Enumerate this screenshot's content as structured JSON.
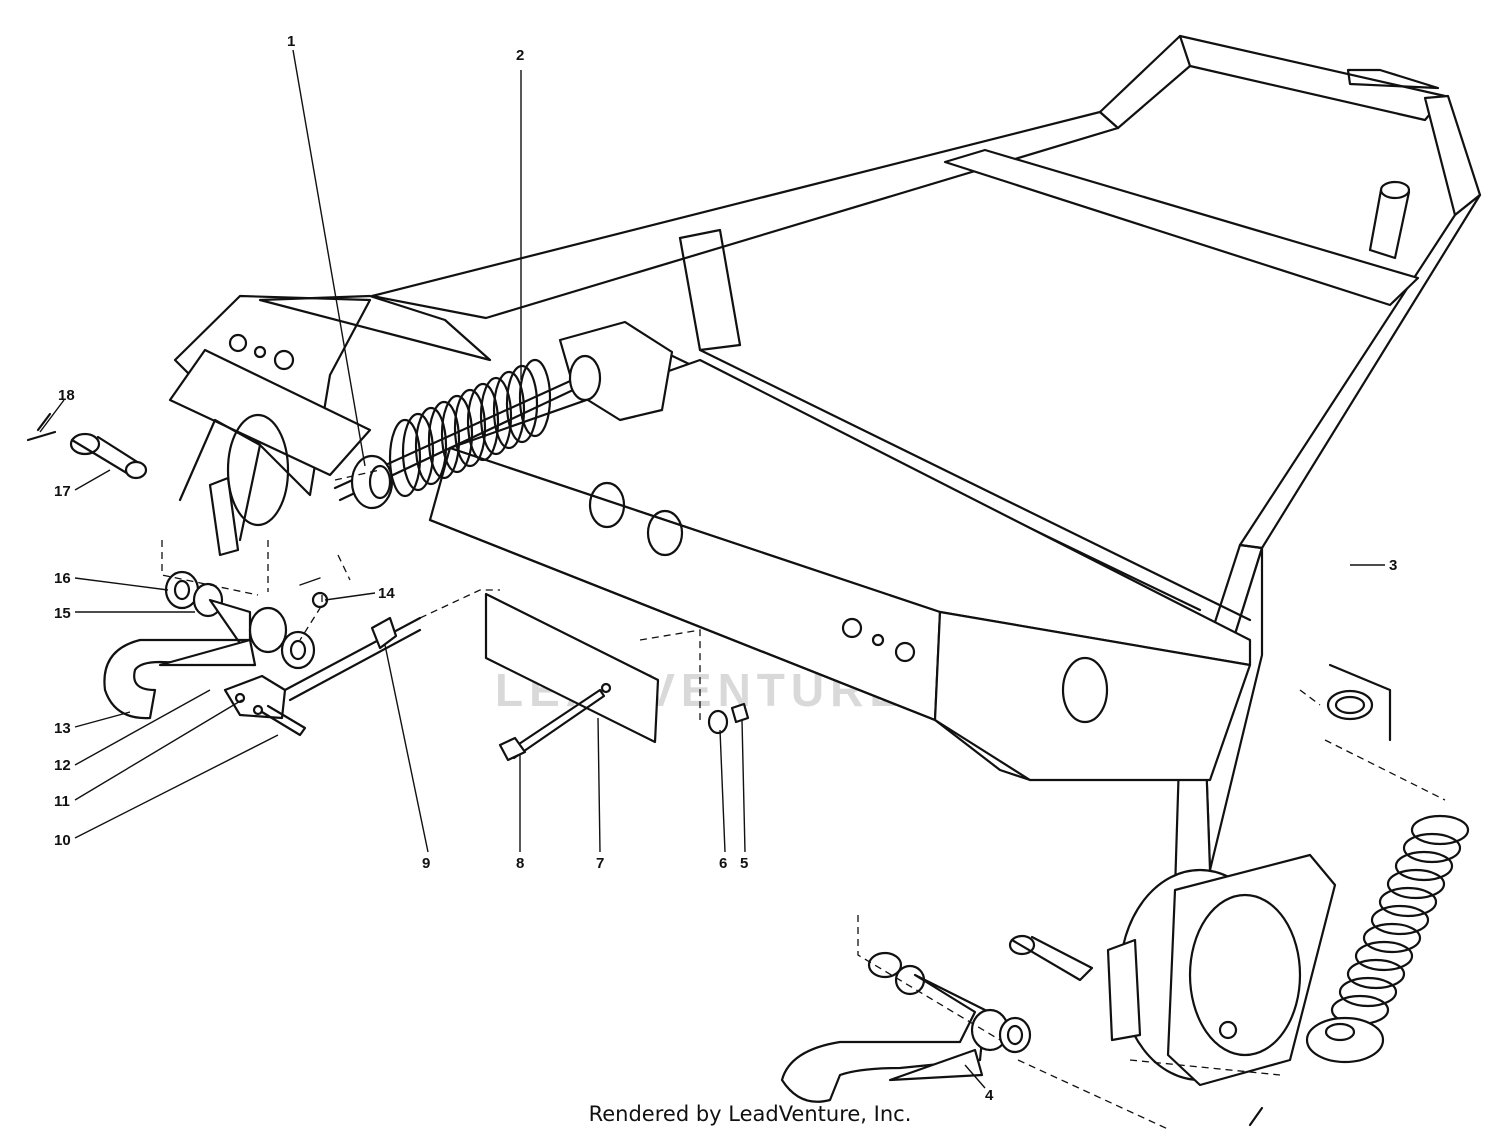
{
  "diagram": {
    "watermark": "LEADVENTURE",
    "footer": "Rendered by LeadVenture, Inc.",
    "callouts": [
      {
        "id": "1",
        "label": "1"
      },
      {
        "id": "2",
        "label": "2"
      },
      {
        "id": "3",
        "label": "3"
      },
      {
        "id": "4",
        "label": "4"
      },
      {
        "id": "5",
        "label": "5"
      },
      {
        "id": "6",
        "label": "6"
      },
      {
        "id": "7",
        "label": "7"
      },
      {
        "id": "8",
        "label": "8"
      },
      {
        "id": "9",
        "label": "9"
      },
      {
        "id": "10",
        "label": "10"
      },
      {
        "id": "11",
        "label": "11"
      },
      {
        "id": "12",
        "label": "12"
      },
      {
        "id": "13",
        "label": "13"
      },
      {
        "id": "14",
        "label": "14"
      },
      {
        "id": "15",
        "label": "15"
      },
      {
        "id": "16",
        "label": "16"
      },
      {
        "id": "17",
        "label": "17"
      },
      {
        "id": "18",
        "label": "18"
      }
    ]
  }
}
